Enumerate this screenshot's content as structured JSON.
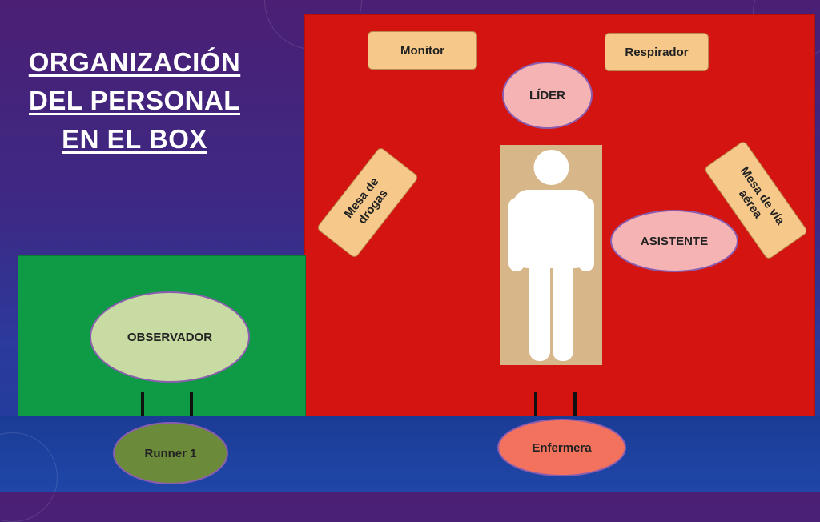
{
  "slide": {
    "title_lines": [
      "ORGANIZACIÓN",
      "DEL PERSONAL",
      "EN EL BOX"
    ]
  },
  "areas": {
    "red_zone_color": "#d31410",
    "green_zone_color": "#0f9a45"
  },
  "equipment": {
    "monitor": "Monitor",
    "respirador": "Respirador",
    "mesa_drogas": "Mesa de\ndrogas",
    "mesa_via_aerea": "Mesa de vía\naérea"
  },
  "roles": {
    "lider": "LÍDER",
    "asistente": "ASISTENTE",
    "observador": "OBSERVADOR",
    "runner": "Runner 1",
    "enfermera": "Enfermera"
  },
  "patient": {
    "icon": "person-icon"
  }
}
